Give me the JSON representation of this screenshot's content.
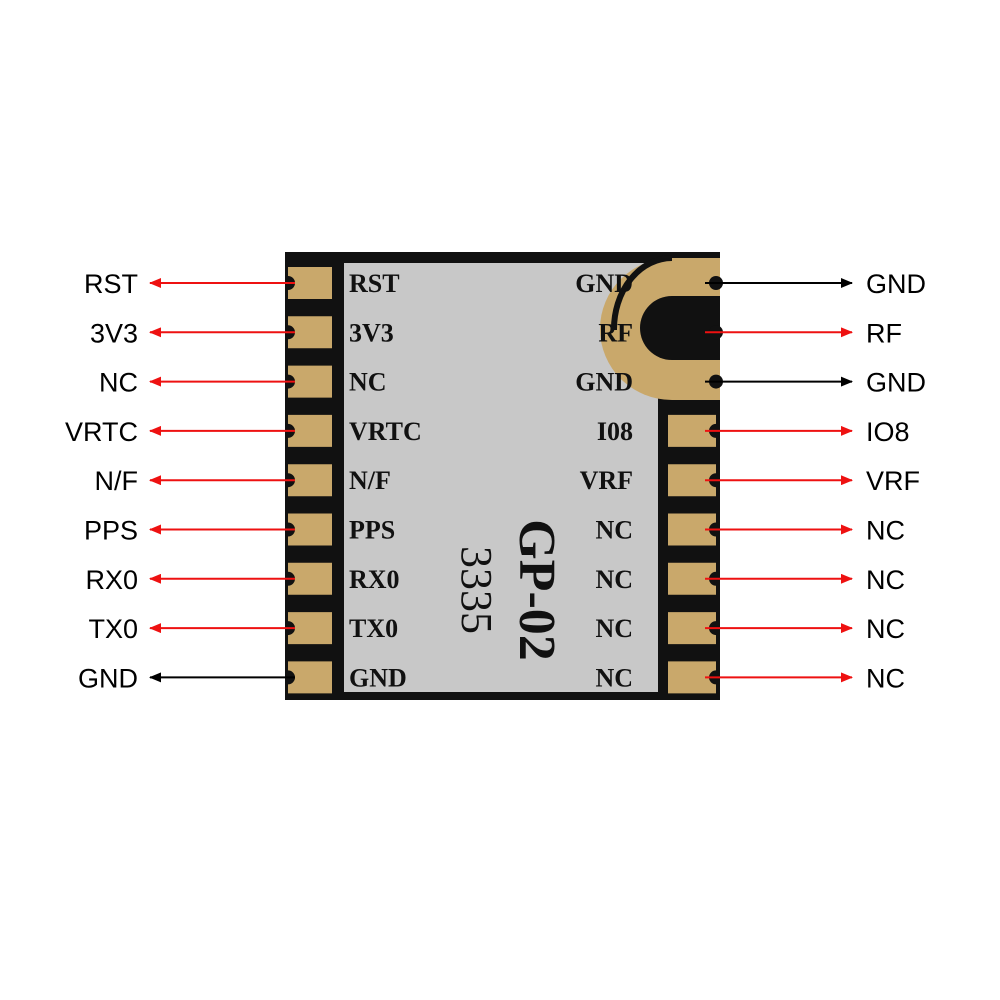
{
  "module": {
    "name": "GP-02",
    "code": "3335"
  },
  "left_pins": [
    {
      "label": "RST",
      "ext_label": "RST",
      "arrow": "red"
    },
    {
      "label": "3V3",
      "ext_label": "3V3",
      "arrow": "red"
    },
    {
      "label": "NC",
      "ext_label": "NC",
      "arrow": "red"
    },
    {
      "label": "VRTC",
      "ext_label": "VRTC",
      "arrow": "red"
    },
    {
      "label": "N/F",
      "ext_label": "N/F",
      "arrow": "red"
    },
    {
      "label": "PPS",
      "ext_label": "PPS",
      "arrow": "red"
    },
    {
      "label": "RX0",
      "ext_label": "RX0",
      "arrow": "red"
    },
    {
      "label": "TX0",
      "ext_label": "TX0",
      "arrow": "red"
    },
    {
      "label": "GND",
      "ext_label": "GND",
      "arrow": "black"
    }
  ],
  "right_pins": [
    {
      "label": "GND",
      "ext_label": "GND",
      "arrow": "black"
    },
    {
      "label": "RF",
      "ext_label": "RF",
      "arrow": "red"
    },
    {
      "label": "GND",
      "ext_label": "GND",
      "arrow": "black"
    },
    {
      "label": "I08",
      "ext_label": "IO8",
      "arrow": "red"
    },
    {
      "label": "VRF",
      "ext_label": "VRF",
      "arrow": "red"
    },
    {
      "label": "NC",
      "ext_label": "NC",
      "arrow": "red"
    },
    {
      "label": "NC",
      "ext_label": "NC",
      "arrow": "red"
    },
    {
      "label": "NC",
      "ext_label": "NC",
      "arrow": "red"
    },
    {
      "label": "NC",
      "ext_label": "NC",
      "arrow": "red"
    }
  ],
  "colors": {
    "board_edge": "#111111",
    "board_body": "#c8c8c8",
    "pad_gold": "#c9a86b",
    "arrow_red": "#ee1111",
    "arrow_black": "#000000"
  }
}
